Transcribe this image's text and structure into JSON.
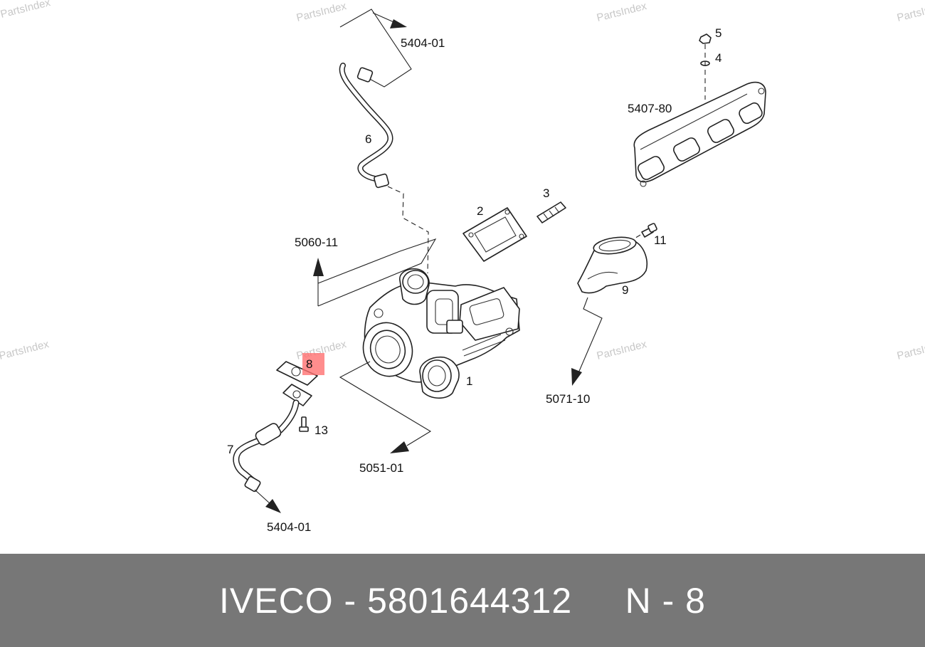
{
  "watermark": "PartsIndex",
  "highlight_color": "#ff7070",
  "footer_color": "#777777",
  "callouts": {
    "c1": "1",
    "c2": "2",
    "c3": "3",
    "c4": "4",
    "c5": "5",
    "c6": "6",
    "c7": "7",
    "c8": "8",
    "c9": "9",
    "c11": "11",
    "c13": "13"
  },
  "references": {
    "r5404_top": "5404-01",
    "r5407": "5407-80",
    "r5060": "5060-11",
    "r5071": "5071-10",
    "r5051": "5051-01",
    "r5404_bottom": "5404-01"
  },
  "footer": {
    "brand": "IVECO",
    "sep1": " - ",
    "part_number": "5801644312",
    "gap": "     ",
    "position_prefix": "N",
    "sep2": " - ",
    "position": "8"
  }
}
